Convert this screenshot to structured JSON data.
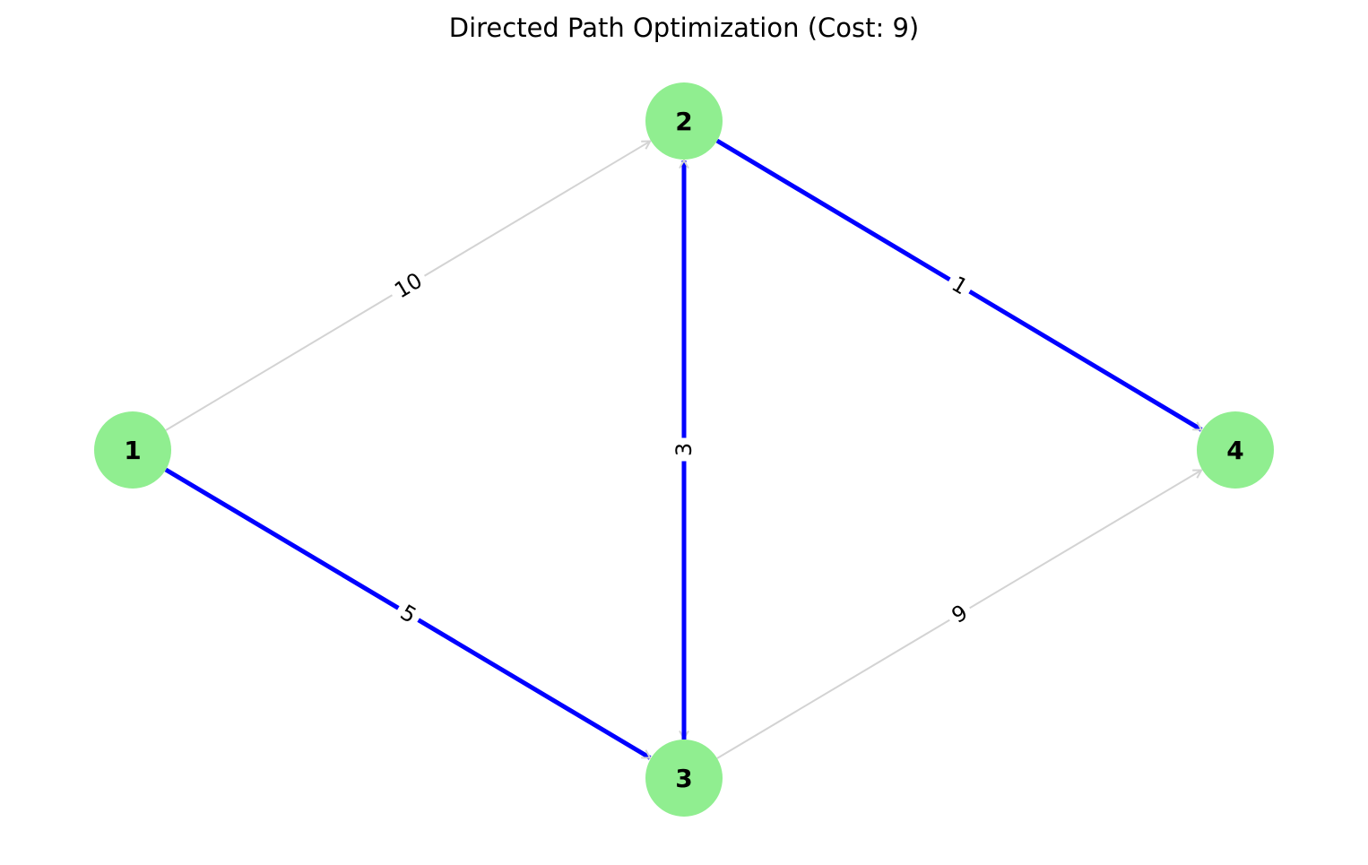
{
  "title": "Directed Path Optimization (Cost: 9)",
  "colors": {
    "node": "#90ee90",
    "edge": "#d3d3d3",
    "path": "#0000ff",
    "text": "#000000"
  },
  "nodes": [
    {
      "id": "1",
      "label": "1"
    },
    {
      "id": "2",
      "label": "2"
    },
    {
      "id": "3",
      "label": "3"
    },
    {
      "id": "4",
      "label": "4"
    }
  ],
  "edges": [
    {
      "from": "1",
      "to": "2",
      "weight": "10",
      "on_path": false
    },
    {
      "from": "1",
      "to": "3",
      "weight": "5",
      "on_path": true
    },
    {
      "from": "2",
      "to": "3",
      "weight": "3",
      "on_path": false
    },
    {
      "from": "3",
      "to": "2",
      "weight": "3",
      "on_path": true
    },
    {
      "from": "2",
      "to": "4",
      "weight": "1",
      "on_path": true
    },
    {
      "from": "3",
      "to": "4",
      "weight": "9",
      "on_path": false
    }
  ],
  "path": [
    "1",
    "3",
    "2",
    "4"
  ],
  "cost": 9
}
